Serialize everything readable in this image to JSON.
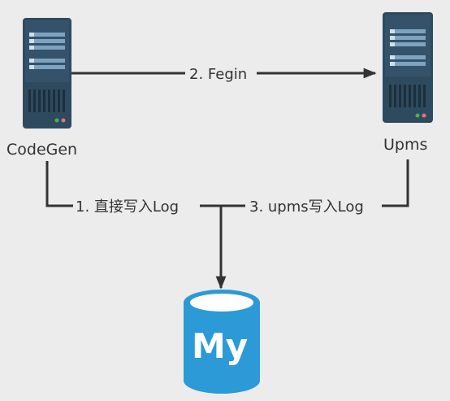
{
  "nodes": {
    "codegen": {
      "label": "CodeGen"
    },
    "upms": {
      "label": "Upms"
    },
    "database": {
      "label": "My"
    }
  },
  "edges": {
    "fegin": {
      "label": "2. Fegin"
    },
    "direct_log": {
      "label": "1. 直接写入Log"
    },
    "upms_log": {
      "label": "3. upms写入Log"
    }
  },
  "colors": {
    "server_body": "#2e4a5e",
    "server_slot": "#7fa3bf",
    "db_fill": "#2b9ad7",
    "line": "#333333",
    "background": "#ececec"
  }
}
